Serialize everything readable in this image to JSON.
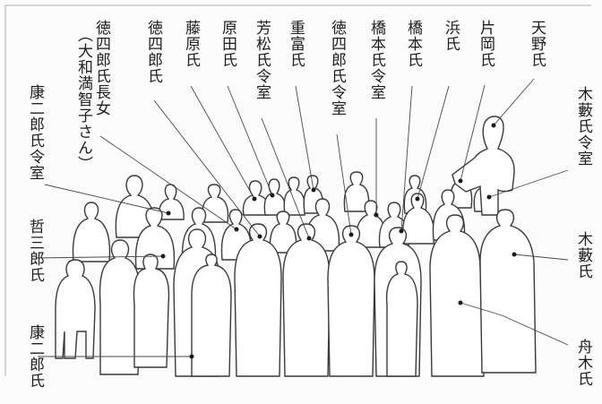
{
  "labels": {
    "amano": "天野氏",
    "kataoka": "片岡氏",
    "hama": "浜氏",
    "hashimoto": "橋本氏",
    "hashimoto_wife": "橋本氏令室",
    "tokushiro_wife": "徳四郎氏令室",
    "shigetomi": "重富氏",
    "yoshimatsu_wife": "芳松氏令室",
    "harada": "原田氏",
    "fujiwara": "藤原氏",
    "tokushiro": "徳四郎氏",
    "tokushiro_daughter": "徳四郎氏長女",
    "tokushiro_daughter_note": "（大和満智子さん）",
    "yasujiro_wife": "康二郎氏令室",
    "kiyabu_wife": "木藪氏令室",
    "tetsuzaburo": "哲三郎氏",
    "kiyabu": "木藪氏",
    "yasujiro": "康二郎氏",
    "funaki": "舟木氏"
  }
}
